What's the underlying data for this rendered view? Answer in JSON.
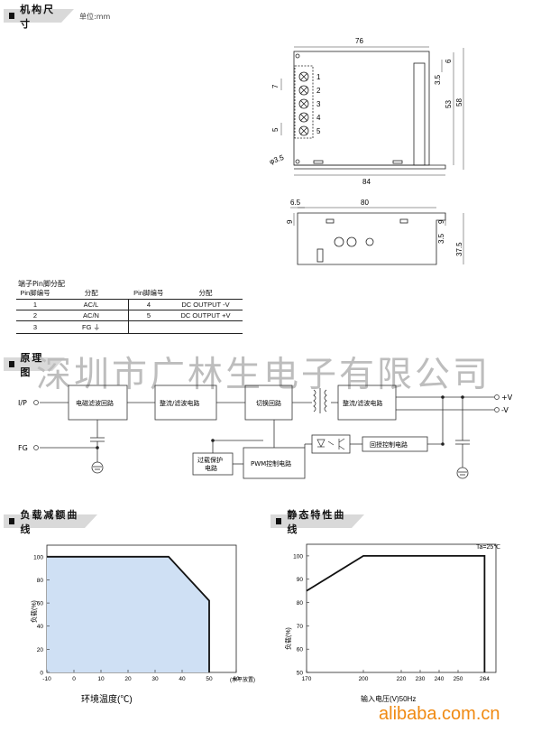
{
  "sections": {
    "dimensions": {
      "title": "机构尺寸",
      "unit": "单位:mm"
    },
    "schematic": {
      "title": "原理图"
    },
    "derating": {
      "title": "负载减额曲线"
    },
    "static": {
      "title": "静态特性曲线"
    }
  },
  "top_view": {
    "dims": {
      "width": "76",
      "overall_width": "84",
      "height": "53",
      "overall_height": "58",
      "slot_top": "6",
      "slot_side": "3.5",
      "pin_pitch": "7",
      "bottom_offset": "5",
      "hole": "φ3.5"
    },
    "terminals": [
      "1",
      "2",
      "3",
      "4",
      "5"
    ]
  },
  "side_view": {
    "dims": {
      "width": "80",
      "offset": "6.5",
      "left_height": "9",
      "right_height": "9",
      "slot": "3.5",
      "total_height": "37.5"
    }
  },
  "pin_table": {
    "caption": "端子Pin脚分配",
    "headers": [
      "Pin脚编号",
      "分配",
      "Pin脚编号",
      "分配"
    ],
    "rows": [
      [
        "1",
        "AC/L",
        "4",
        "DC OUTPUT -V"
      ],
      [
        "2",
        "AC/N",
        "5",
        "DC OUTPUT +V"
      ],
      [
        "3",
        "FG ⏚",
        "",
        ""
      ]
    ]
  },
  "watermark": "深圳市广林生电子有限公司",
  "block_diagram": {
    "inputs": [
      "I/P",
      "FG"
    ],
    "outputs": [
      "+V",
      "-V"
    ],
    "blocks": {
      "emi": "电磁滤波回路",
      "rect1": "整流/滤波电路",
      "switch": "切换回路",
      "rect2": "整流/滤波电路",
      "feedback": "回授控制电路",
      "pwm": "PWM控制电路",
      "ovp_line1": "过载保护",
      "ovp_line2": "电路"
    }
  },
  "derating_chart": {
    "ylabel": "负载(%)",
    "xlabel": "环境温度(℃)",
    "x_axis_note": "(水平放置)"
  },
  "static_chart": {
    "ylabel": "负载(%)",
    "xlabel": "输入电压(V)50Hz",
    "note": "Ta=25℃"
  },
  "chart_data": [
    {
      "type": "area",
      "title": "负载减额曲线",
      "xlabel": "环境温度(℃)",
      "ylabel": "负载(%)",
      "x": [
        -10,
        35,
        50,
        50
      ],
      "y": [
        100,
        100,
        62,
        0
      ],
      "xlim": [
        -10,
        60
      ],
      "ylim": [
        0,
        110
      ],
      "xticks": [
        -10,
        0,
        10,
        20,
        30,
        40,
        50,
        60
      ],
      "yticks": [
        0,
        20,
        40,
        60,
        80,
        100
      ],
      "fill_color": "#cfe0f4",
      "grid": false
    },
    {
      "type": "line",
      "title": "静态特性曲线",
      "xlabel": "输入电压(V)50Hz",
      "ylabel": "负载(%)",
      "x": [
        170,
        200,
        264,
        264
      ],
      "y": [
        85,
        100,
        100,
        50
      ],
      "xlim": [
        170,
        270
      ],
      "ylim": [
        50,
        105
      ],
      "xticks": [
        170,
        200,
        220,
        230,
        240,
        250,
        264
      ],
      "yticks": [
        50,
        60,
        70,
        80,
        90,
        100
      ],
      "annotation": "Ta=25℃",
      "grid": false
    }
  ],
  "footer": {
    "site": "alibaba.com.cn"
  }
}
